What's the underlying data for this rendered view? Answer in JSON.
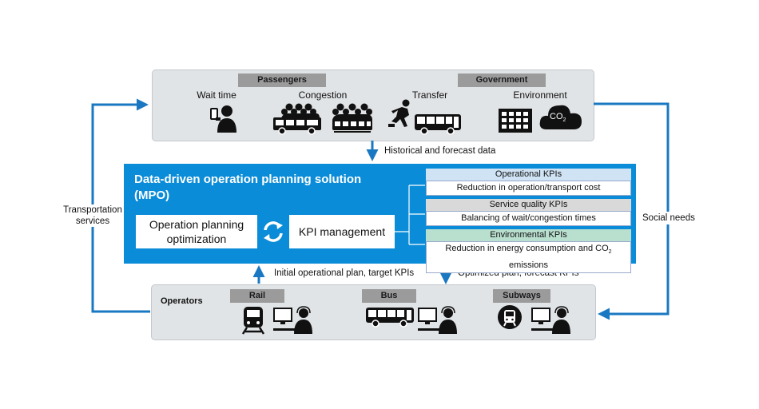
{
  "top_panel": {
    "passengers_tag": "Passengers",
    "government_tag": "Government",
    "items": {
      "wait_time": "Wait time",
      "congestion": "Congestion",
      "transfer": "Transfer",
      "environment": "Environment",
      "co2_text": "CO",
      "co2_sub": "2"
    }
  },
  "flows": {
    "historical": "Historical and forecast data",
    "initial_plan": "Initial operational plan, target KPIs",
    "optimized_plan": "Optimized plan, forecast KPIs",
    "transport_services_line1": "Transportation",
    "transport_services_line2": "services",
    "social_needs": "Social needs"
  },
  "mpo": {
    "title_line1": "Data-driven operation planning solution",
    "title_line2": "(MPO)",
    "optimization_line1": "Operation planning",
    "optimization_line2": "optimization",
    "kpi_management": "KPI management",
    "kpis": [
      {
        "header": "Operational KPIs",
        "body": "Reduction in operation/transport cost",
        "color": "#cfe3f5"
      },
      {
        "header": "Service quality KPIs",
        "body": "Balancing of wait/congestion times",
        "color": "#d9d9d9"
      },
      {
        "header": "Environmental KPIs",
        "body_pre": "Reduction in energy consumption and CO",
        "body_sub": "2",
        "body_post": " emissions",
        "color": "#b9dfcf"
      }
    ]
  },
  "operators": {
    "label": "Operators",
    "rail_tag": "Rail",
    "bus_tag": "Bus",
    "subways_tag": "Subways"
  },
  "colors": {
    "accent": "#0a8cd8",
    "arrow": "#1a78c2",
    "panel": "#e1e4e6",
    "tag": "#9b9b9b"
  }
}
